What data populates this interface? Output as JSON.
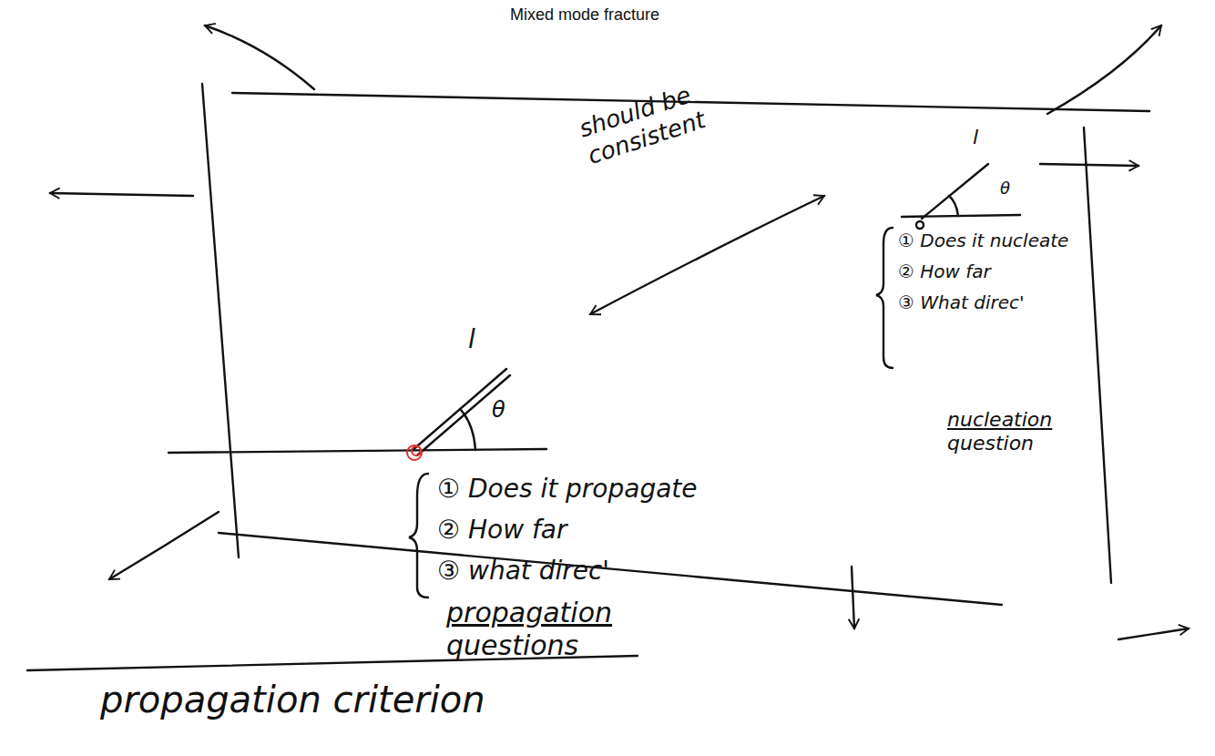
{
  "diagram": {
    "title": "Mixed mode fracture",
    "labels": [
      "should be consistent",
      "l",
      "θ",
      "① Does it propagate",
      "② How far",
      "③ what direc'",
      "propagation questions",
      "l",
      "θ",
      "① Does it nucleate",
      "② How far",
      "③ What direc'",
      "nucleation question",
      "propagation criterion"
    ]
  }
}
